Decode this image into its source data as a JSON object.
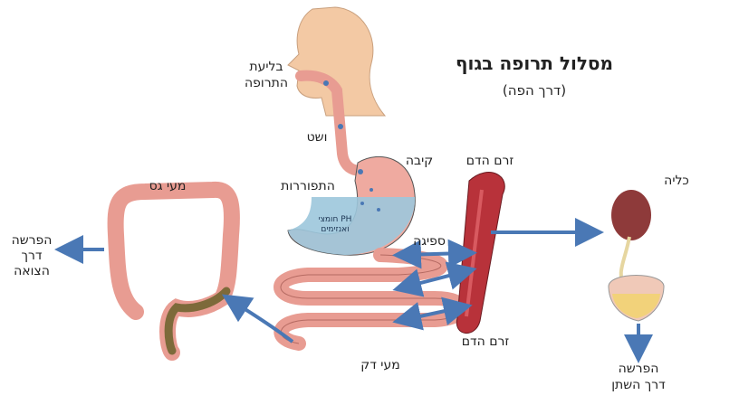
{
  "title": "מסלול תרופה בגוף",
  "subtitle": "(דרך הפה)",
  "labels": {
    "swallow_1": "בליעת",
    "swallow_2": "התרופה",
    "esophagus": "ושט",
    "stomach": "קיבה",
    "disintegration": "התפוררות",
    "acid_1": "PH חומצי",
    "acid_2": "ואנזימים",
    "absorption": "ספיגה",
    "bloodstream_top": "זרם הדם",
    "bloodstream_bottom": "זרם הדם",
    "kidney": "כליה",
    "large_intestine": "מעי גס",
    "feces_1": "הפרשה",
    "feces_2": "דרך",
    "feces_3": "הצואה",
    "small_intestine": "מעי דק",
    "urine_1": "הפרשה",
    "urine_2": "דרך השתן"
  },
  "colors": {
    "arrow": "#4a78b5",
    "tissue": "#e89c92",
    "blood": "#b8323a",
    "skin": "#f3c9a4",
    "fluid": "#9cc6dc"
  }
}
